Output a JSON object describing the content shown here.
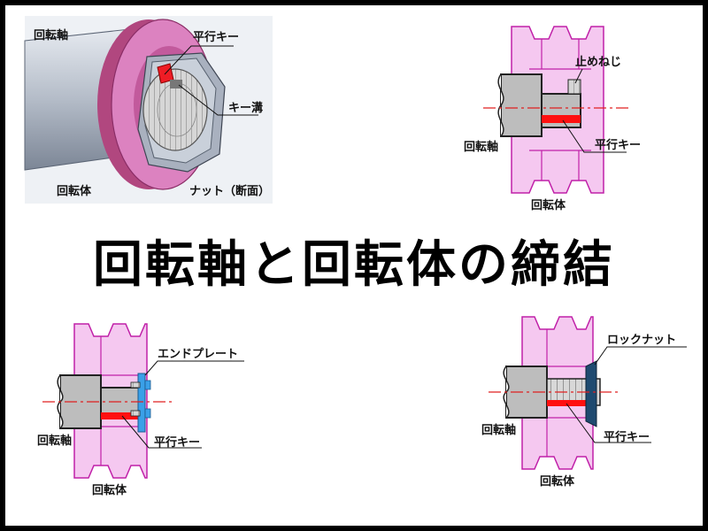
{
  "title": "回転軸と回転体の締結",
  "panel_3d": {
    "shaft": "回転軸",
    "key": "平行キー",
    "keyway": "キー溝",
    "body": "回転体",
    "nut": "ナット（断面）"
  },
  "panel_setscrew": {
    "setscrew": "止めねじ",
    "shaft": "回転軸",
    "key": "平行キー",
    "body": "回転体"
  },
  "panel_endplate": {
    "endplate": "エンドプレート",
    "shaft": "回転軸",
    "key": "平行キー",
    "body": "回転体"
  },
  "panel_locknut": {
    "locknut": "ロックナット",
    "shaft": "回転軸",
    "key": "平行キー",
    "body": "回転体"
  },
  "colors": {
    "pulley_fill": "#f5c8f0",
    "pulley_edge": "#c020a8",
    "shaft_gray": "#bdbdbd",
    "key_red": "#ff1010",
    "centerline": "#e02020",
    "plate_blue": "#3aa0e8",
    "locknut_navy": "#1f4a70"
  }
}
